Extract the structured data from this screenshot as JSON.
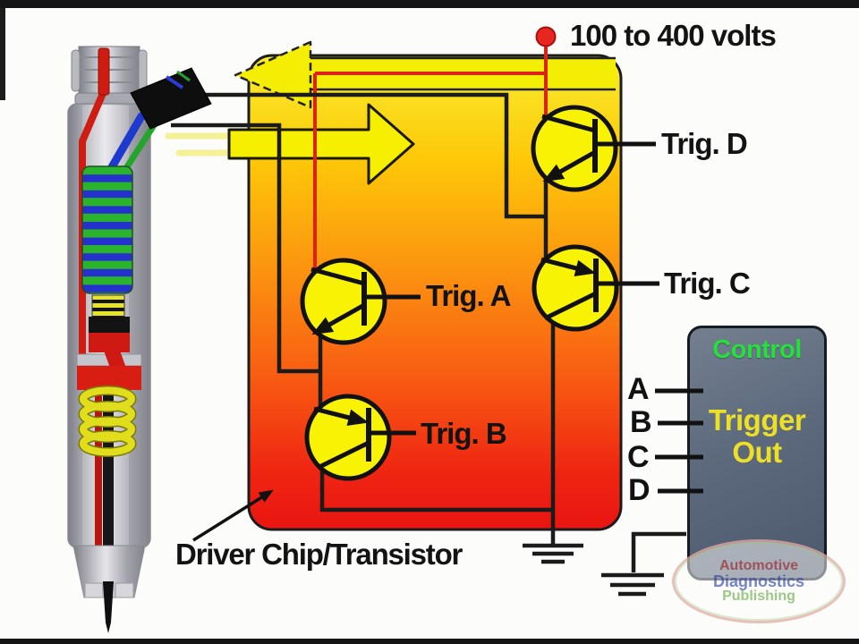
{
  "scene": {
    "description": "Fuel injector driver circuit diagram"
  },
  "labels": {
    "voltage": "100 to 400 volts",
    "chip": "Driver Chip/Transistor"
  },
  "transistors": [
    {
      "id": "A",
      "label": "Trig. A"
    },
    {
      "id": "B",
      "label": "Trig. B"
    },
    {
      "id": "C",
      "label": "Trig. C"
    },
    {
      "id": "D",
      "label": "Trig. D"
    }
  ],
  "control_box": {
    "title": "Control",
    "output": {
      "line1": "Trigger",
      "line2": "Out"
    },
    "pins": [
      "A",
      "B",
      "C",
      "D"
    ]
  },
  "watermark": {
    "line1": "Automotive",
    "line2": "Diagnostics",
    "line3": "Publishing"
  },
  "colors": {
    "chip_gradient_top": "#f7ee2e",
    "chip_gradient_mid": "#fc9410",
    "chip_gradient_bottom": "#e91511",
    "transistor_fill": "#f8f304",
    "wire_black": "#1b1b1b",
    "wire_red": "#dd2318",
    "supply_dot": "#e82620",
    "control_box_fill": "#5f6b7d",
    "control_title_green": "#25df3e",
    "trigger_out_yellow": "#ecdf25",
    "arrow_yellow": "#f6f000"
  }
}
